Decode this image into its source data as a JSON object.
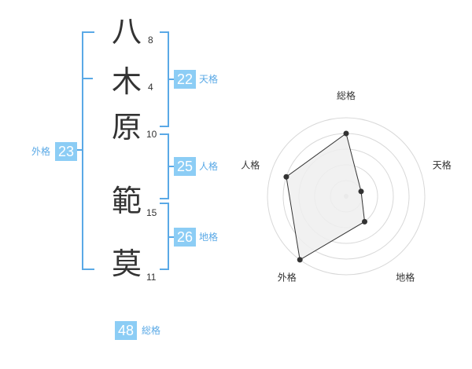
{
  "name": {
    "characters": [
      {
        "char": "八",
        "strokes": "8"
      },
      {
        "char": "木",
        "strokes": "4"
      },
      {
        "char": "原",
        "strokes": "10"
      },
      {
        "char": "範",
        "strokes": "15"
      },
      {
        "char": "莫",
        "strokes": "11"
      }
    ]
  },
  "fortune": {
    "tenkaku": {
      "value": "22",
      "label": "天格"
    },
    "jinkaku": {
      "value": "25",
      "label": "人格"
    },
    "chikaku": {
      "value": "26",
      "label": "地格"
    },
    "gaikaku": {
      "value": "23",
      "label": "外格"
    },
    "soukaku": {
      "value": "48",
      "label": "総格"
    }
  },
  "chart_data": {
    "type": "radar",
    "axes": [
      "総格",
      "天格",
      "地格",
      "外格",
      "人格"
    ],
    "values": [
      4,
      1,
      2,
      5,
      4
    ],
    "rmax": 5,
    "rings": 5,
    "line_color": "#333333",
    "fill_color": "#eeeeee"
  }
}
